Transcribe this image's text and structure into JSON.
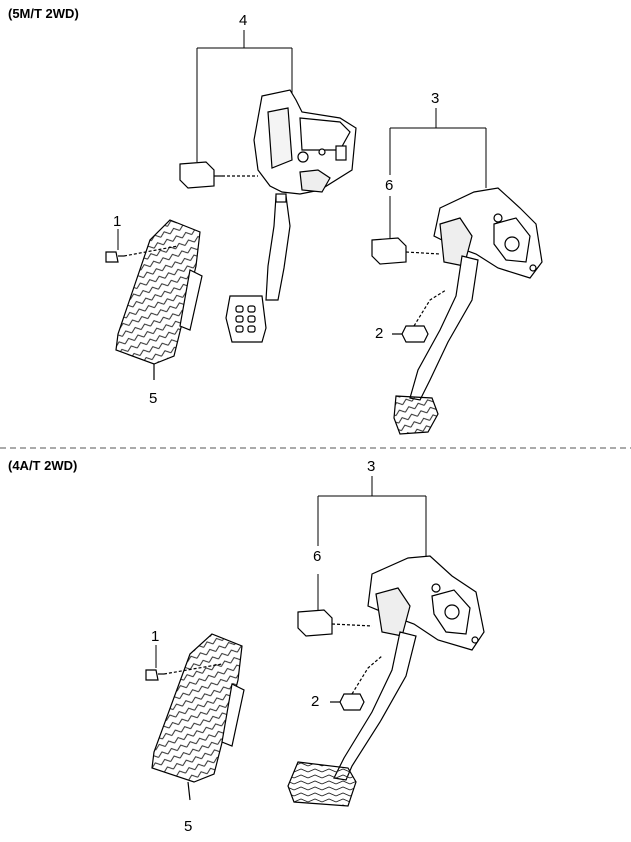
{
  "sections": [
    {
      "title": "(5M/T 2WD)"
    },
    {
      "title": "(4A/T 2WD)"
    }
  ],
  "callouts": {
    "top": {
      "c1": "1",
      "c2": "2",
      "c3": "3",
      "c4": "4",
      "c5": "5",
      "c6": "6"
    },
    "bottom": {
      "c1": "1",
      "c2": "2",
      "c3": "3",
      "c5": "5",
      "c6": "6"
    }
  }
}
